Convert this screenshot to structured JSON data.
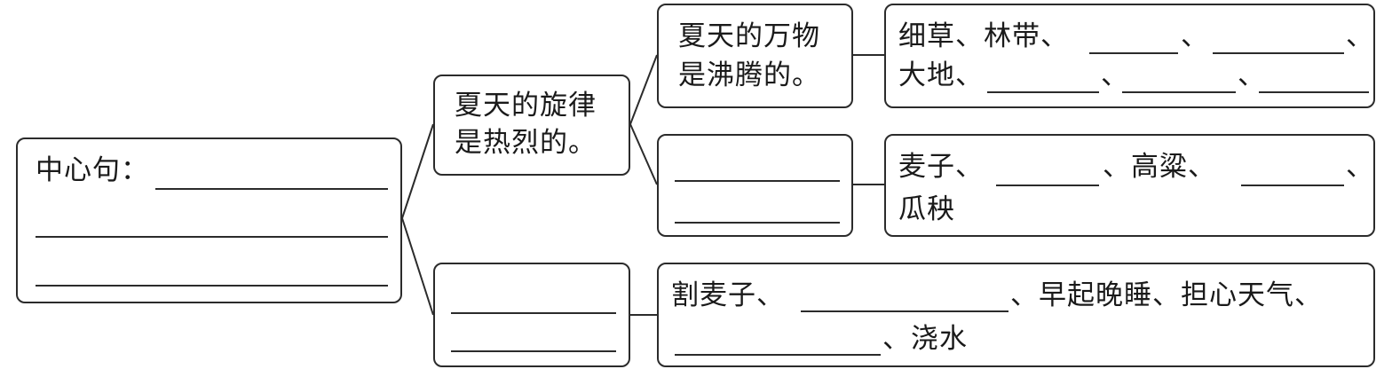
{
  "root": {
    "label": "中心句："
  },
  "branch_summer_melody": {
    "line1": "夏天的旋律",
    "line2": "是热烈的。"
  },
  "node_all_things": {
    "line1": "夏天的万物",
    "line2": "是沸腾的。"
  },
  "detail_all_things": {
    "line1": [
      "细草、林带、",
      "、",
      "、"
    ],
    "line2": [
      "大地、",
      "、",
      "、"
    ]
  },
  "detail_crops": {
    "line1": [
      "麦子、",
      "、高粱、",
      "、"
    ],
    "line2": "瓜秧"
  },
  "detail_work": {
    "line1": [
      "割麦子、",
      "、早起晚睡、担心天气、"
    ],
    "line2": "、浇水"
  }
}
